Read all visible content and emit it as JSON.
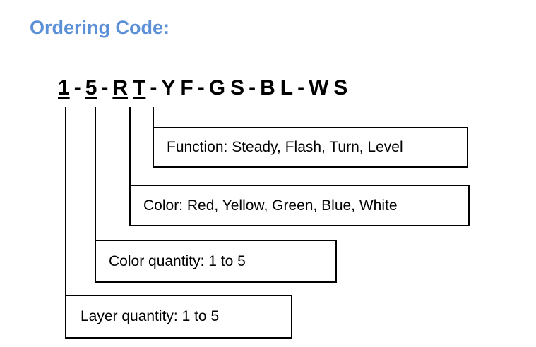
{
  "title": "Ordering Code:",
  "code": {
    "c1": "1",
    "d1": "-",
    "c2": "5",
    "d2": "-",
    "c3a": "R",
    "c3b": "T",
    "d3": "-",
    "c4a": "Y",
    "c4b": "F",
    "d4": "-",
    "c5a": "G",
    "c5b": "S",
    "d5": "-",
    "c6a": "B",
    "c6b": "L",
    "d6": "-",
    "c7a": "W",
    "c7b": "S"
  },
  "boxes": {
    "function": "Function: Steady, Flash, Turn, Level",
    "color": "Color: Red, Yellow, Green, Blue, White",
    "color_quantity": "Color quantity: 1 to 5",
    "layer_quantity": "Layer quantity: 1 to 5"
  }
}
